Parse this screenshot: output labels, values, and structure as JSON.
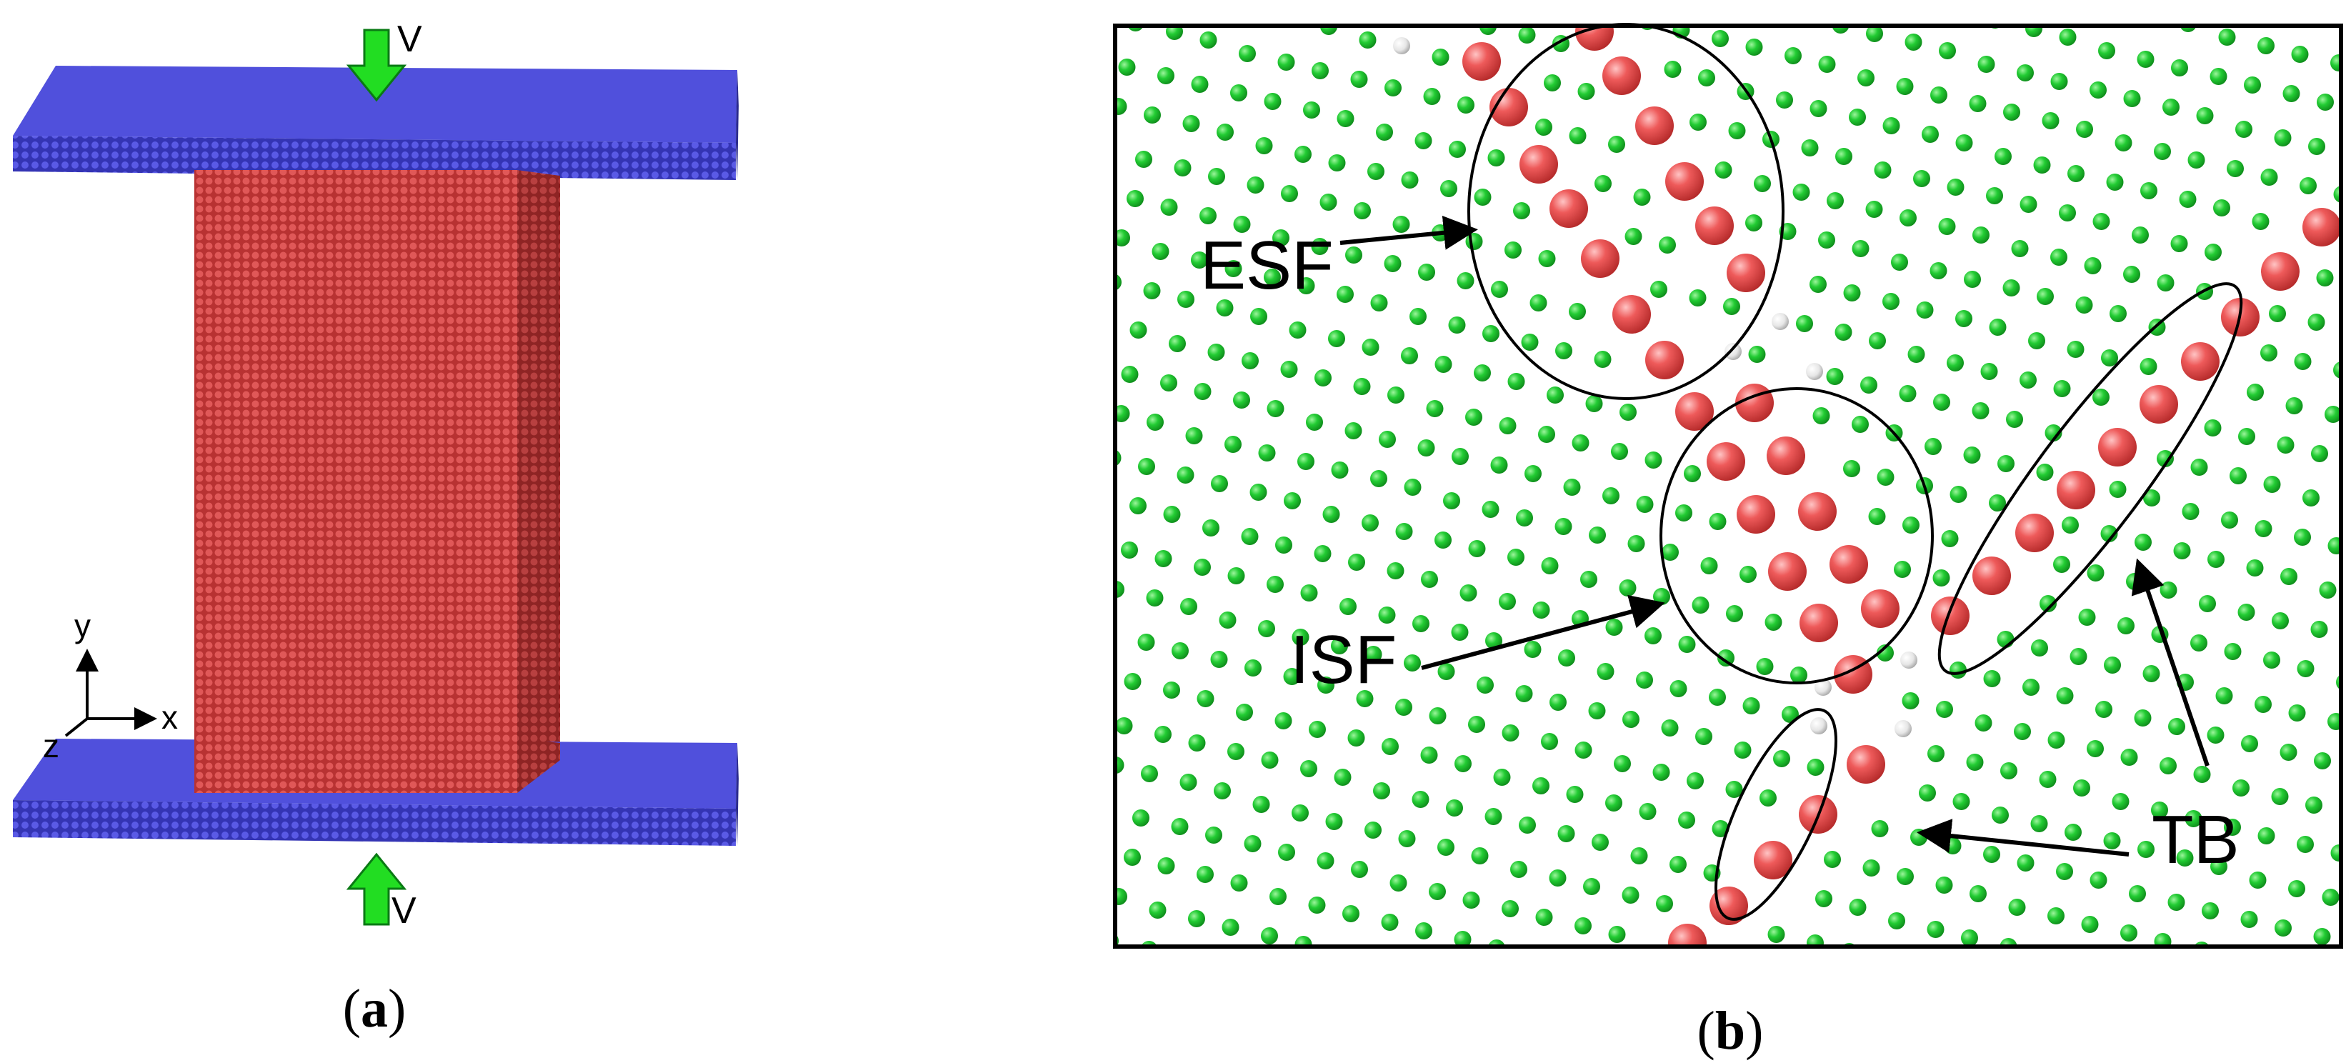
{
  "panel_a": {
    "caption_open": "(",
    "caption_letter": "a",
    "caption_close": ")",
    "velocity_top_label": "V",
    "velocity_bottom_label": "V",
    "axis_y_label": "y",
    "axis_x_label": "x",
    "axis_z_label": "z"
  },
  "panel_b": {
    "caption_open": "(",
    "caption_letter": "b",
    "caption_close": ")",
    "label_esf": "ESF",
    "label_isf": "ISF",
    "label_tb": "TB"
  },
  "colors": {
    "plate_blue": "#3c3cc8",
    "pillar_red": "#d23c3c",
    "arrow_green": "#22dd22",
    "atom_green": "#22cc33",
    "atom_red": "#ea5252",
    "atom_white": "#e8e8e8",
    "ink": "#000000"
  },
  "icons": {
    "velocity_arrow": "green-down-arrow-icon",
    "axis_triad": "xyz-axes-icon"
  }
}
